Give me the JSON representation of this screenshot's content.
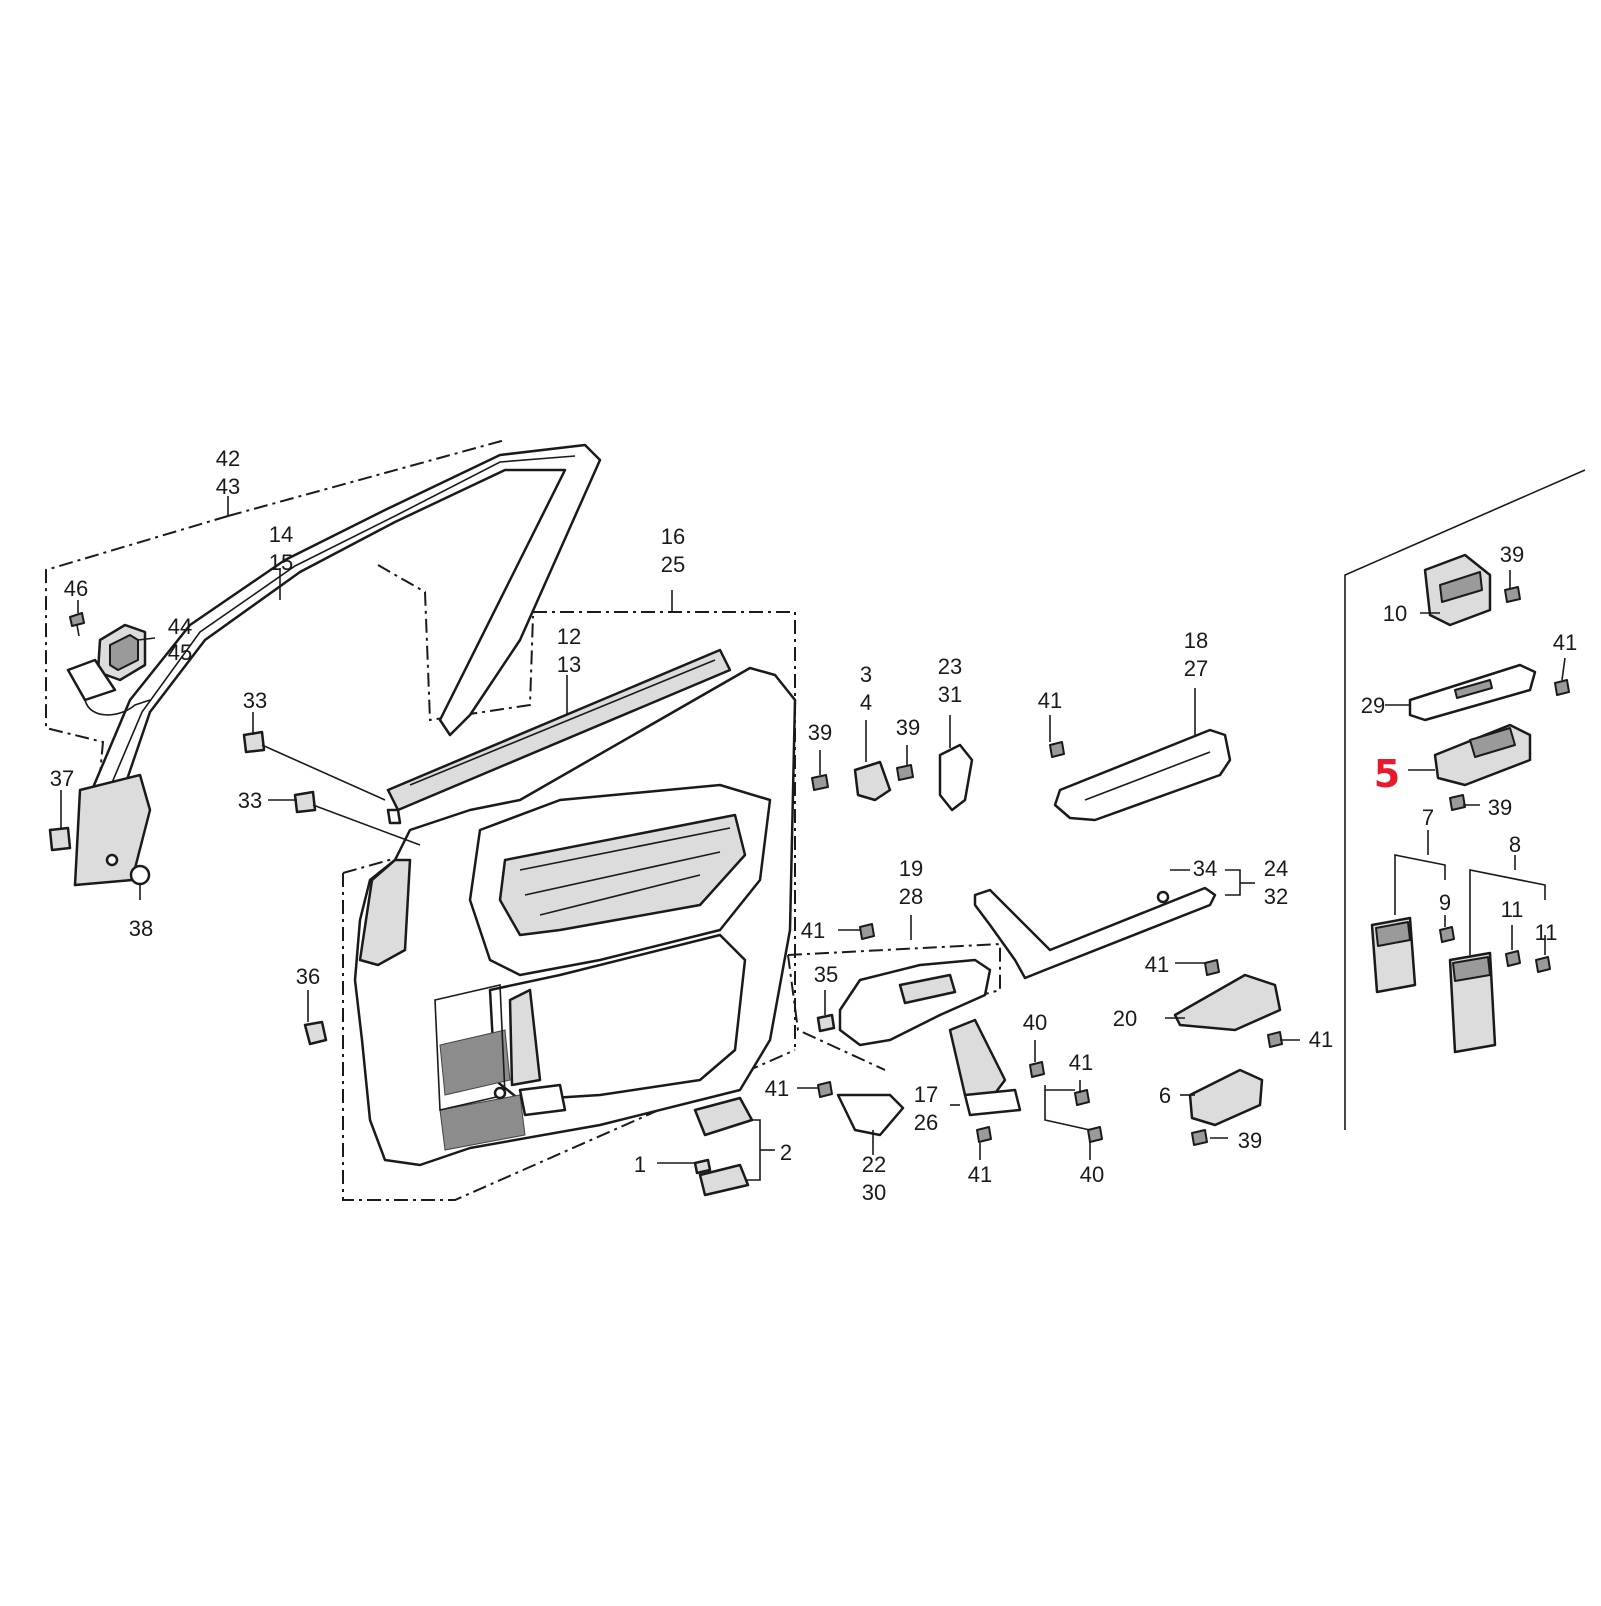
{
  "diagram": {
    "callouts": [
      {
        "n": "1"
      },
      {
        "n": "2"
      },
      {
        "n": "3"
      },
      {
        "n": "4"
      },
      {
        "n": "5"
      },
      {
        "n": "6"
      },
      {
        "n": "7"
      },
      {
        "n": "8"
      },
      {
        "n": "9"
      },
      {
        "n": "10"
      },
      {
        "n": "11"
      },
      {
        "n": "11"
      },
      {
        "n": "12"
      },
      {
        "n": "13"
      },
      {
        "n": "14"
      },
      {
        "n": "15"
      },
      {
        "n": "16"
      },
      {
        "n": "17"
      },
      {
        "n": "18"
      },
      {
        "n": "19"
      },
      {
        "n": "20"
      },
      {
        "n": "22"
      },
      {
        "n": "23"
      },
      {
        "n": "24"
      },
      {
        "n": "25"
      },
      {
        "n": "26"
      },
      {
        "n": "27"
      },
      {
        "n": "28"
      },
      {
        "n": "29"
      },
      {
        "n": "30"
      },
      {
        "n": "31"
      },
      {
        "n": "32"
      },
      {
        "n": "33"
      },
      {
        "n": "33"
      },
      {
        "n": "34"
      },
      {
        "n": "35"
      },
      {
        "n": "36"
      },
      {
        "n": "37"
      },
      {
        "n": "38"
      },
      {
        "n": "39"
      },
      {
        "n": "39"
      },
      {
        "n": "39"
      },
      {
        "n": "39"
      },
      {
        "n": "39"
      },
      {
        "n": "40"
      },
      {
        "n": "40"
      },
      {
        "n": "41"
      },
      {
        "n": "41"
      },
      {
        "n": "41"
      },
      {
        "n": "41"
      },
      {
        "n": "41"
      },
      {
        "n": "41"
      },
      {
        "n": "41"
      },
      {
        "n": "41"
      },
      {
        "n": "42"
      },
      {
        "n": "43"
      },
      {
        "n": "44"
      },
      {
        "n": "45"
      },
      {
        "n": "46"
      }
    ],
    "highlighted_part": "5",
    "highlight_color": "#e8192c",
    "line_color": "#1a1a1a",
    "background_color": "#ffffff"
  }
}
